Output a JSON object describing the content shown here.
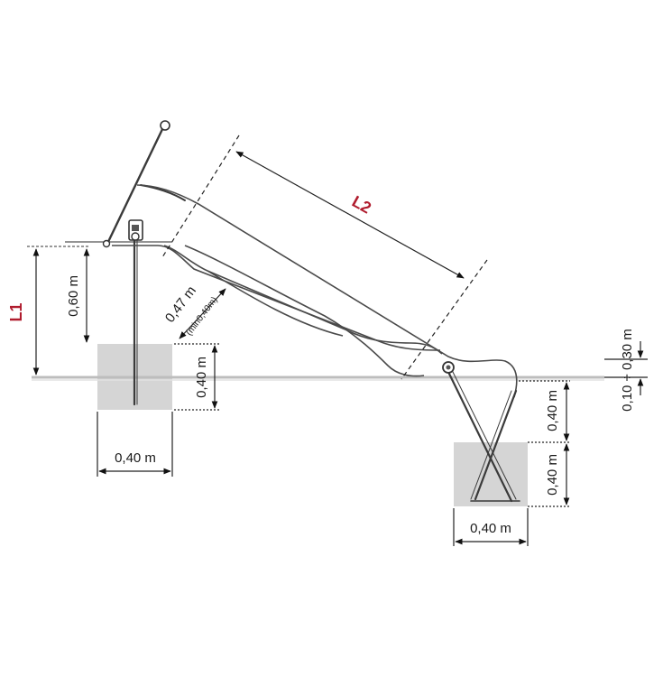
{
  "labels": {
    "l1": "L1",
    "l2": "L2",
    "h_060": "0,60 m",
    "h_047": "0,47 m",
    "h_047_note": "(min0,40m)",
    "left_block_h": "0,40 m",
    "left_block_w": "0,40 m",
    "right_gap_h": "0,40 m",
    "right_block_h": "0,40 m",
    "right_block_w": "0,40 m",
    "exit_height": "0,10 ÷ 0,30 m"
  },
  "colors": {
    "accent": "#b01c2e",
    "footing": "#d5d5d5",
    "ground": "#bdbdbd",
    "line": "#3a3a3a"
  }
}
